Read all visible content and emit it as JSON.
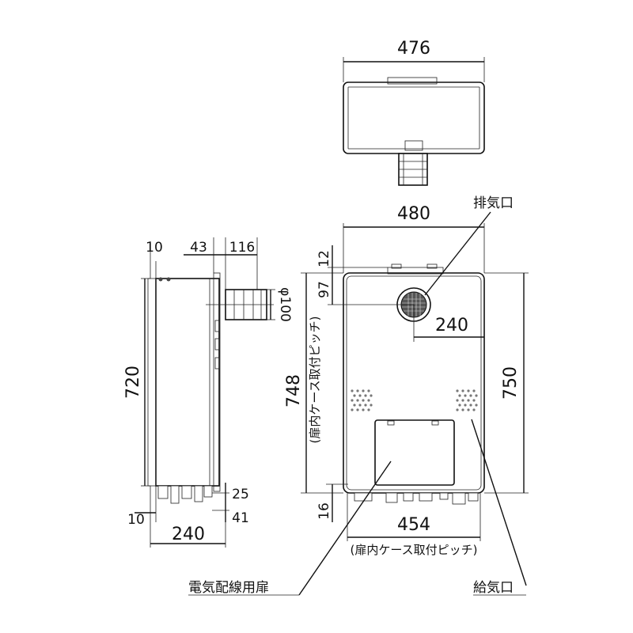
{
  "top_view": {
    "width": "476"
  },
  "front_view": {
    "width": "480",
    "height": "750",
    "case_pitch_h": "748",
    "case_pitch_h_note": "(扉内ケース取付ピッチ)",
    "case_pitch_w": "454",
    "case_pitch_w_note": "(扉内ケース取付ピッチ)",
    "top_margin": "12",
    "exhaust_offset_v": "97",
    "exhaust_offset_h": "240",
    "bottom_offset": "16"
  },
  "side_view": {
    "top_a": "10",
    "top_b": "43",
    "top_c": "116",
    "pipe_dia": "φ100",
    "height": "720",
    "bottom_a": "25",
    "bottom_b": "41",
    "bottom_left": "10",
    "depth": "240"
  },
  "callouts": {
    "exhaust": "排気口",
    "intake": "給気口",
    "wiring_door": "電気配線用扉"
  }
}
